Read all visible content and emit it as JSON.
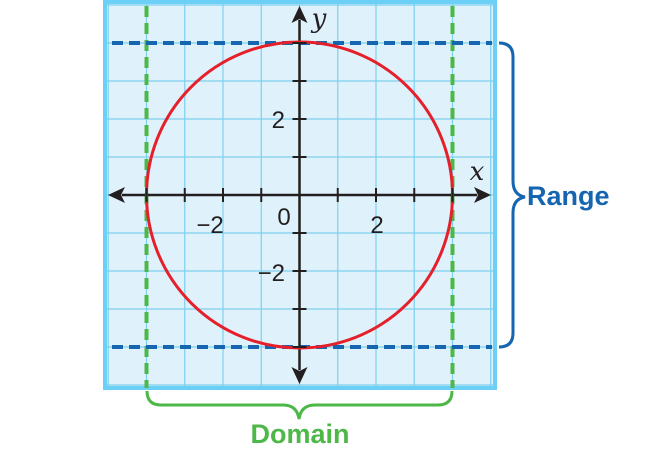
{
  "axes": {
    "x_label": "x",
    "y_label": "y",
    "x_ticks": [
      {
        "value": -2,
        "text": "−2"
      },
      {
        "value": 2,
        "text": "2"
      }
    ],
    "y_ticks": [
      {
        "value": 2,
        "text": "2"
      },
      {
        "value": -2,
        "text": "−2"
      }
    ],
    "origin_label": "0",
    "x_range": [
      -5,
      5
    ],
    "y_range": [
      -5,
      5
    ],
    "grid": "on, unit squares"
  },
  "circle": {
    "center": [
      0,
      0
    ],
    "radius": 4
  },
  "domain": {
    "label": "Domain",
    "interval": [
      -4,
      4
    ]
  },
  "range": {
    "label": "Range",
    "interval": [
      -4,
      4
    ]
  },
  "colors": {
    "grid_background": "#dff2fb",
    "grid_lines": "#7dd0ee",
    "frame": "#6ccff6",
    "axes": "#231f20",
    "circle": "#e5202b",
    "domain": "#4db848",
    "range": "#1565b0"
  }
}
